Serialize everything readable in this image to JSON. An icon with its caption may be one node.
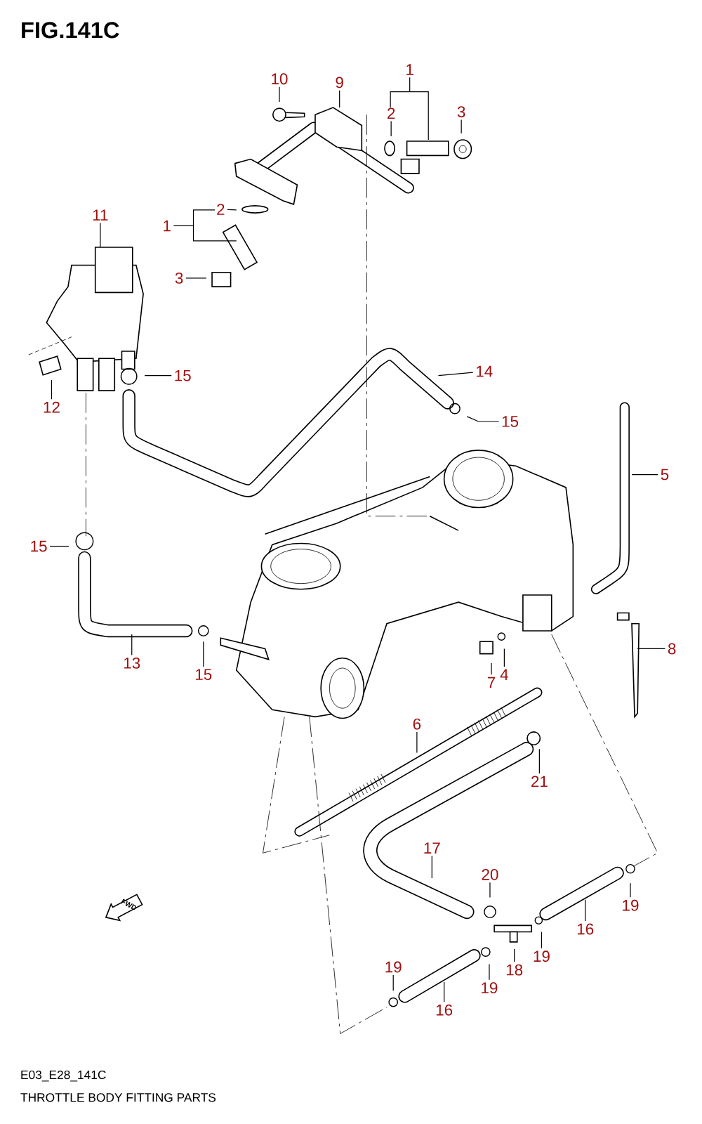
{
  "diagram": {
    "title": "FIG.141C",
    "caption": "THROTTLE BODY FITTING PARTS",
    "nodes": [
      {
        "text": [
          "10"
        ]
      },
      {
        "text": [
          "9"
        ]
      },
      {
        "text": [
          "1"
        ]
      },
      {
        "text": [
          "2"
        ]
      },
      {
        "text": [
          "3"
        ]
      },
      {
        "text": [
          "11"
        ]
      },
      {
        "text": [
          "2"
        ]
      },
      {
        "text": [
          "1"
        ]
      },
      {
        "text": [
          "3"
        ]
      },
      {
        "text": [
          "12"
        ]
      },
      {
        "text": [
          "15"
        ]
      },
      {
        "text": [
          "14"
        ]
      },
      {
        "text": [
          "15"
        ]
      },
      {
        "text": [
          "5"
        ]
      },
      {
        "text": [
          "15"
        ]
      },
      {
        "text": [
          "8"
        ]
      },
      {
        "text": [
          "13"
        ]
      },
      {
        "text": [
          "15"
        ]
      },
      {
        "text": [
          "7"
        ]
      },
      {
        "text": [
          "4"
        ]
      },
      {
        "text": [
          "6"
        ]
      },
      {
        "text": [
          "21"
        ]
      },
      {
        "text": [
          "17"
        ]
      },
      {
        "text": [
          "20"
        ]
      },
      {
        "text": [
          "19"
        ]
      },
      {
        "text": [
          "16"
        ]
      },
      {
        "text": [
          "19"
        ]
      },
      {
        "text": [
          "18"
        ]
      },
      {
        "text": [
          "19"
        ]
      },
      {
        "text": [
          "19"
        ]
      },
      {
        "text": [
          "16"
        ]
      }
    ],
    "edges": [
      {
        "from": 0,
        "to": null,
        "arrow": "none"
      },
      {
        "from": 1,
        "to": null,
        "arrow": "none"
      },
      {
        "from": 2,
        "to": null,
        "arrow": "none"
      },
      {
        "from": 3,
        "to": null,
        "arrow": "none"
      },
      {
        "from": 4,
        "to": null,
        "arrow": "none"
      },
      {
        "from": 5,
        "to": null,
        "arrow": "none"
      },
      {
        "from": 6,
        "to": null,
        "arrow": "none"
      },
      {
        "from": 7,
        "to": null,
        "arrow": "none"
      },
      {
        "from": 8,
        "to": null,
        "arrow": "none"
      },
      {
        "from": 9,
        "to": null,
        "arrow": "none"
      },
      {
        "from": 10,
        "to": null,
        "arrow": "none"
      },
      {
        "from": 11,
        "to": null,
        "arrow": "none"
      },
      {
        "from": 12,
        "to": null,
        "arrow": "none"
      },
      {
        "from": 13,
        "to": null,
        "arrow": "none"
      },
      {
        "from": 14,
        "to": null,
        "arrow": "none"
      },
      {
        "from": 15,
        "to": null,
        "arrow": "none"
      },
      {
        "from": 16,
        "to": null,
        "arrow": "none"
      },
      {
        "from": 17,
        "to": null,
        "arrow": "none"
      },
      {
        "from": 18,
        "to": null,
        "arrow": "none"
      },
      {
        "from": 19,
        "to": null,
        "arrow": "none"
      },
      {
        "from": 20,
        "to": null,
        "arrow": "none"
      },
      {
        "from": 21,
        "to": null,
        "arrow": "none"
      },
      {
        "from": 22,
        "to": null,
        "arrow": "none"
      },
      {
        "from": 23,
        "to": null,
        "arrow": "none"
      },
      {
        "from": 24,
        "to": null,
        "arrow": "none"
      },
      {
        "from": 25,
        "to": null,
        "arrow": "none"
      },
      {
        "from": 26,
        "to": null,
        "arrow": "none"
      },
      {
        "from": 27,
        "to": null,
        "arrow": "none"
      },
      {
        "from": 28,
        "to": null,
        "arrow": "none"
      },
      {
        "from": 29,
        "to": null,
        "arrow": "none"
      },
      {
        "from": 30,
        "to": null,
        "arrow": "none"
      }
    ],
    "labels": [
      "FWD",
      "E03_E28_141C"
    ]
  }
}
